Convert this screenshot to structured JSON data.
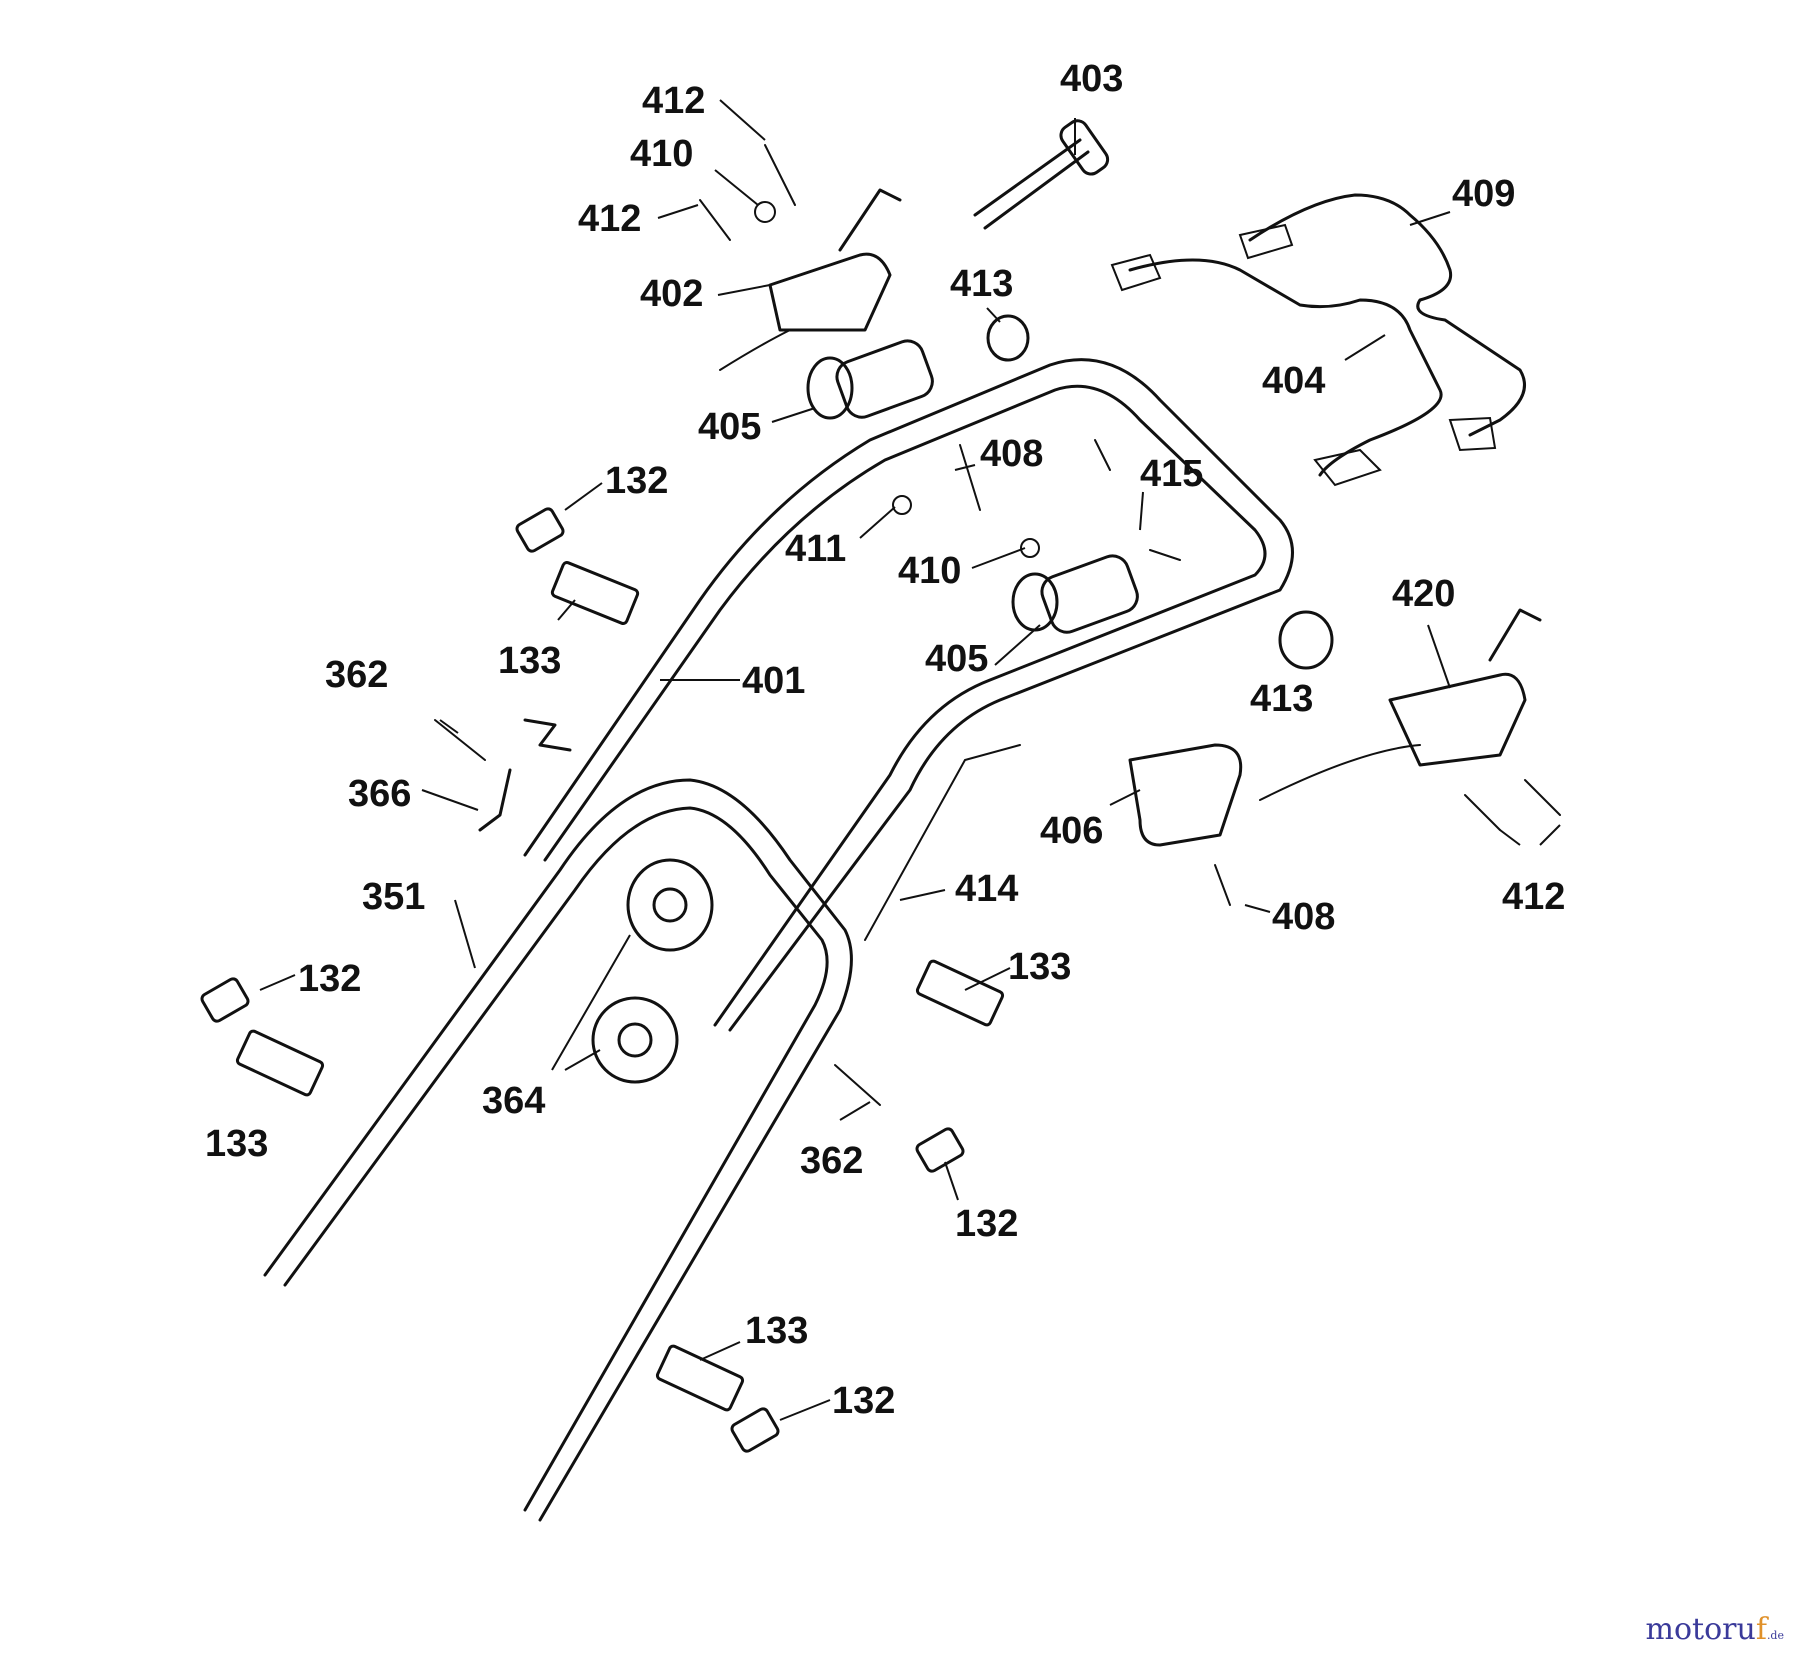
{
  "diagram": {
    "callouts": [
      {
        "id": "c1",
        "label": "412"
      },
      {
        "id": "c2",
        "label": "410"
      },
      {
        "id": "c3",
        "label": "412"
      },
      {
        "id": "c4",
        "label": "403"
      },
      {
        "id": "c5",
        "label": "409"
      },
      {
        "id": "c6",
        "label": "402"
      },
      {
        "id": "c7",
        "label": "413"
      },
      {
        "id": "c8",
        "label": "404"
      },
      {
        "id": "c9",
        "label": "405"
      },
      {
        "id": "c10",
        "label": "408"
      },
      {
        "id": "c11",
        "label": "415"
      },
      {
        "id": "c12",
        "label": "132"
      },
      {
        "id": "c13",
        "label": "411"
      },
      {
        "id": "c14",
        "label": "410"
      },
      {
        "id": "c15",
        "label": "420"
      },
      {
        "id": "c16",
        "label": "133"
      },
      {
        "id": "c17",
        "label": "405"
      },
      {
        "id": "c18",
        "label": "362"
      },
      {
        "id": "c19",
        "label": "401"
      },
      {
        "id": "c20",
        "label": "413"
      },
      {
        "id": "c21",
        "label": "366"
      },
      {
        "id": "c22",
        "label": "406"
      },
      {
        "id": "c23",
        "label": "351"
      },
      {
        "id": "c24",
        "label": "414"
      },
      {
        "id": "c25",
        "label": "412"
      },
      {
        "id": "c26",
        "label": "408"
      },
      {
        "id": "c27",
        "label": "133"
      },
      {
        "id": "c28",
        "label": "132"
      },
      {
        "id": "c29",
        "label": "364"
      },
      {
        "id": "c30",
        "label": "133"
      },
      {
        "id": "c31",
        "label": "362"
      },
      {
        "id": "c32",
        "label": "132"
      },
      {
        "id": "c33",
        "label": "133"
      },
      {
        "id": "c34",
        "label": "132"
      }
    ]
  },
  "watermark": {
    "main": "motoru",
    "accent": "f",
    "tld": ".de"
  },
  "colors": {
    "ink": "#111111",
    "background": "#ffffff",
    "watermark_blue": "#3a3a9a",
    "watermark_orange": "#e0912a"
  }
}
